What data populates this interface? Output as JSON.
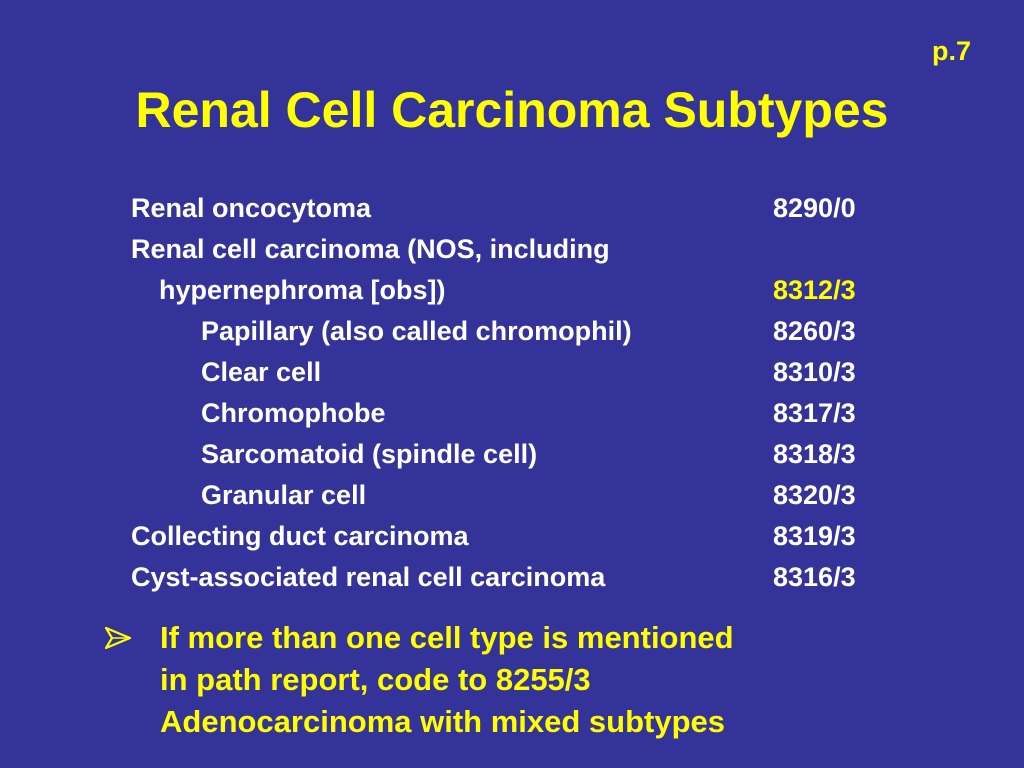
{
  "slide": {
    "page_label": "p.7",
    "title": "Renal Cell Carcinoma Subtypes",
    "colors": {
      "background": "#333399",
      "title": "#FFFF00",
      "body_text": "#FFFFFF",
      "highlight": "#FFFF00"
    }
  },
  "codes": [
    {
      "name": "Renal oncocytoma",
      "code": "8290/0"
    },
    {
      "name": "Renal cell carcinoma (NOS, including",
      "code": ""
    },
    {
      "name": "hypernephroma [obs])",
      "code": "8312/3",
      "highlight": true
    },
    {
      "name": "Papillary (also called chromophil)",
      "code": "8260/3"
    },
    {
      "name": "Clear cell",
      "code": "8310/3"
    },
    {
      "name": "Chromophobe",
      "code": "8317/3"
    },
    {
      "name": "Sarcomatoid (spindle cell)",
      "code": "8318/3"
    },
    {
      "name": "Granular cell",
      "code": "8320/3"
    },
    {
      "name": "Collecting duct carcinoma",
      "code": "8319/3"
    },
    {
      "name": "Cyst-associated renal cell carcinoma",
      "code": "8316/3"
    }
  ],
  "note": {
    "bullet_icon": "arrow-bullet-icon",
    "lines": [
      "If more than one cell type is mentioned",
      "in path report, code to 8255/3",
      "Adenocarcinoma with mixed subtypes"
    ]
  }
}
